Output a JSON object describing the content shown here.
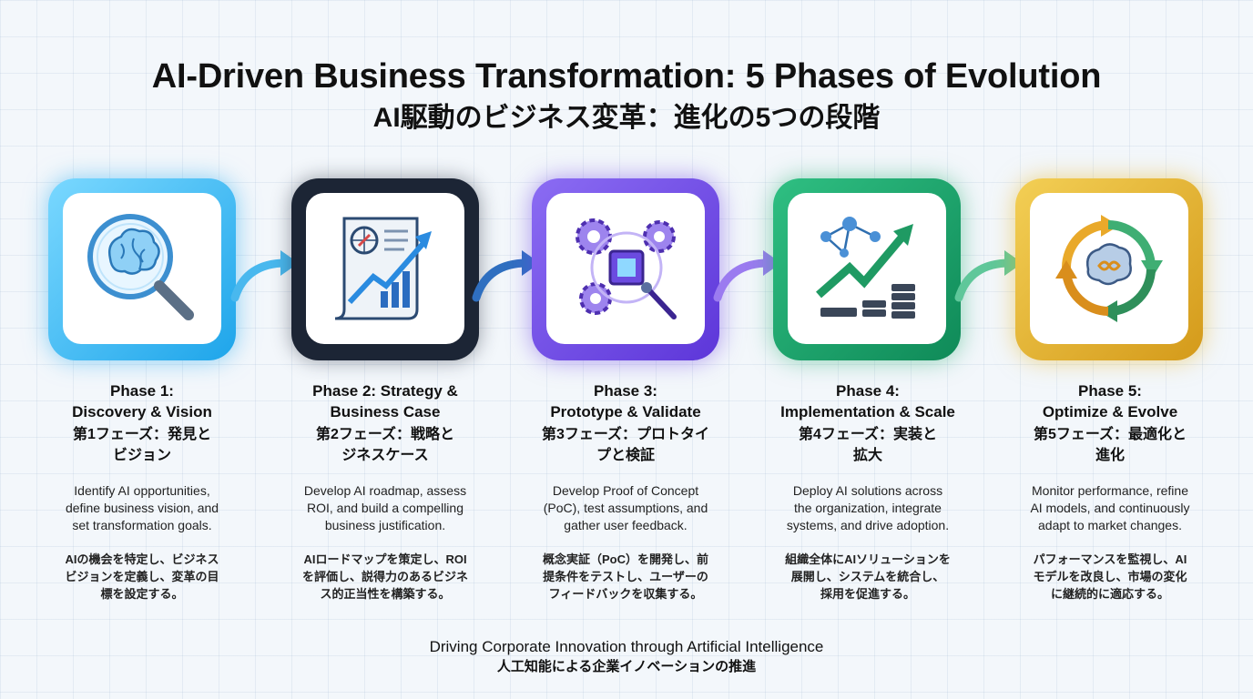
{
  "title": {
    "en": "AI-Driven Business Transformation: 5 Phases of Evolution",
    "ja": "AI駆動のビジネス変革：進化の5つの段階"
  },
  "phases": [
    {
      "title_en_1": "Phase 1:",
      "title_en_2": "Discovery & Vision",
      "title_ja_1": "第1フェーズ：発見と",
      "title_ja_2": "ビジョン",
      "desc_en": [
        "Identify AI opportunities,",
        "define business vision, and",
        "set transformation goals."
      ],
      "desc_ja": [
        "AIの機会を特定し、ビジネス",
        "ビジョンを定義し、変革の目",
        "標を設定する。"
      ],
      "icon": "brain-magnifier-icon",
      "color": "#1ea5ea"
    },
    {
      "title_en_1": "Phase 2: Strategy &",
      "title_en_2": "Business Case",
      "title_ja_1": "第2フェーズ：戦略と",
      "title_ja_2": "ジネスケース",
      "desc_en": [
        "Develop AI roadmap, assess",
        "ROI, and build a compelling",
        "business justification."
      ],
      "desc_ja": [
        "AIロードマップを策定し、ROI",
        "を評価し、説得力のあるビジネ",
        "ス的正当性を構築する。"
      ],
      "icon": "strategy-chart-icon",
      "color": "#1c2535"
    },
    {
      "title_en_1": "Phase 3:",
      "title_en_2": "Prototype & Validate",
      "title_ja_1": "第3フェーズ：プロトタイ",
      "title_ja_2": "プと検証",
      "desc_en": [
        "Develop Proof of Concept",
        "(PoC), test assumptions, and",
        "gather user feedback."
      ],
      "desc_ja": [
        "概念実証（PoC）を開発し、前",
        "提条件をテストし、ユーザーの",
        "フィードバックを収集する。"
      ],
      "icon": "gears-chip-icon",
      "color": "#6a45e0"
    },
    {
      "title_en_1": "Phase 4:",
      "title_en_2": "Implementation & Scale",
      "title_ja_1": "第4フェーズ：実装と",
      "title_ja_2": "拡大",
      "desc_en": [
        "Deploy AI solutions across",
        "the organization, integrate",
        "systems, and drive adoption."
      ],
      "desc_ja": [
        "組織全体にAIソリューションを",
        "展開し、システムを統合し、",
        "採用を促進する。"
      ],
      "icon": "network-growth-icon",
      "color": "#18a06a"
    },
    {
      "title_en_1": "Phase 5:",
      "title_en_2": "Optimize & Evolve",
      "title_ja_1": "第5フェーズ：最適化と",
      "title_ja_2": "進化",
      "desc_en": [
        "Monitor performance, refine",
        "AI models, and continuously",
        "adapt to market changes."
      ],
      "desc_ja": [
        "パフォーマンスを監視し、AI",
        "モデルを改良し、市場の変化",
        "に継続的に適応する。"
      ],
      "icon": "cycle-brain-icon",
      "color": "#e0aa25"
    }
  ],
  "footer": {
    "en": "Driving Corporate Innovation through Artificial Intelligence",
    "ja": "人工知能による企業イノベーションの推進"
  }
}
